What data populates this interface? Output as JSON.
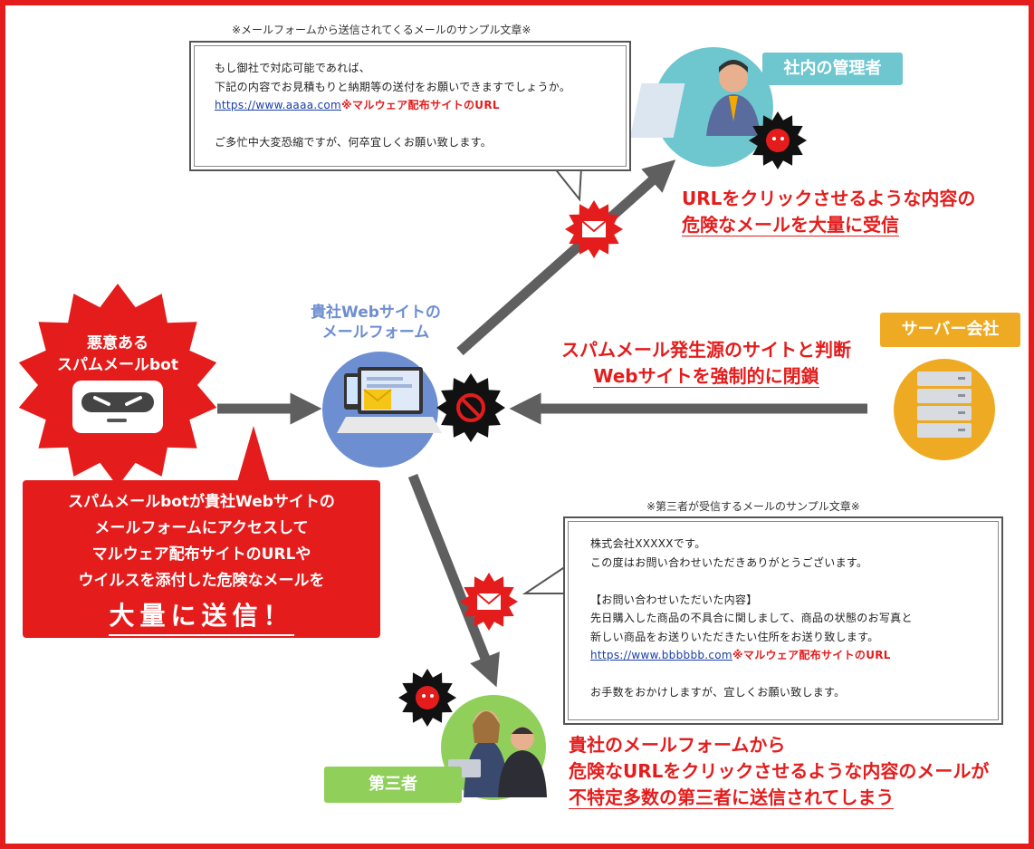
{
  "top_note": {
    "title": "※メールフォームから送信されてくるメールのサンプル文章※",
    "lines": [
      "もし御社で対応可能であれば、",
      "下記の内容でお見積もりと納期等の送付をお願いできますでしょうか。"
    ],
    "url": "https://www.aaaa.com",
    "url_note": "※マルウェア配布サイトのURL",
    "closing": "ご多忙中大変恐縮ですが、何卒宜しくお願い致します。"
  },
  "admin": {
    "label": "社内の管理者",
    "message": [
      "URLをクリックさせるような内容の",
      "危険なメールを大量に受信"
    ]
  },
  "bot": {
    "label": [
      "悪意ある",
      "スパムメールbot"
    ],
    "description": [
      "スパムメールbotが貴社Webサイトの",
      "メールフォームにアクセスして",
      "マルウェア配布サイトのURLや",
      "ウイルスを添付した危険なメールを"
    ],
    "emphasis": "大量に送信！"
  },
  "site": {
    "label": [
      "貴社Webサイトの",
      "メールフォーム"
    ]
  },
  "server": {
    "label": "サーバー会社",
    "message": [
      "スパムメール発生源のサイトと判断",
      "Webサイトを強制的に閉鎖"
    ]
  },
  "bottom_note": {
    "title": "※第三者が受信するメールのサンプル文章※",
    "lines": [
      "株式会社XXXXXです。",
      "この度はお問い合わせいただきありがとうございます。",
      "",
      "【お問い合わせいただいた内容】",
      "先日購入した商品の不具合に関しまして、商品の状態のお写真と",
      "新しい商品をお送りいただきたい住所をお送り致します。"
    ],
    "url": "https://www.bbbbbb.com",
    "url_note": "※マルウェア配布サイトのURL",
    "closing": "お手数をおかけしますが、宜しくお願い致します。"
  },
  "third_party": {
    "label": "第三者",
    "message": [
      "貴社のメールフォームから",
      "危険なURLをクリックさせるような内容のメールが",
      "不特定多数の第三者に送信されてしまう"
    ]
  },
  "colors": {
    "red": "#e41c1c",
    "arrow": "#5f5f5f",
    "teal": "#6ec6cf",
    "orange": "#eeaa22",
    "green": "#8fcf5a",
    "site_blue": "#6d8ed1"
  }
}
